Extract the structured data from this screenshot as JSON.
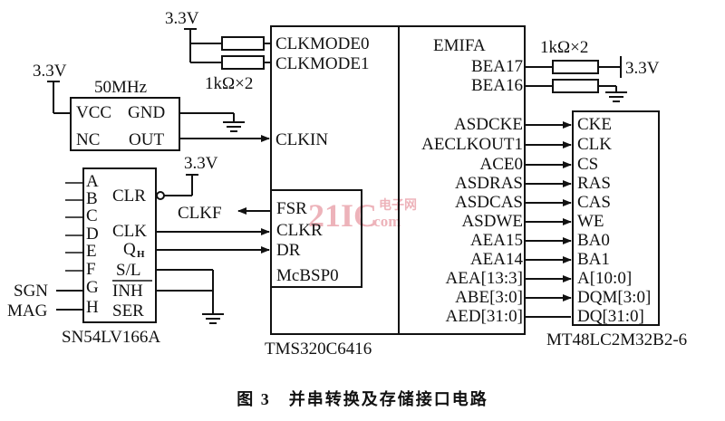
{
  "chips": {
    "dsp": {
      "name": "TMS320C6416"
    },
    "shift_register": {
      "name": "SN54LV166A"
    },
    "sdram": {
      "name": "MT48LC2M32B2-6"
    },
    "oscillator": {
      "freq": "50MHz"
    },
    "mcbsp": {
      "name": "McBSP0"
    },
    "emifa": {
      "name": "EMIFA"
    }
  },
  "oscillator_pins": {
    "vcc": "VCC",
    "gnd": "GND",
    "nc": "NC",
    "out": "OUT"
  },
  "dsp_left_pins": [
    "CLKMODE0",
    "CLKMODE1",
    "CLKIN"
  ],
  "dsp_emif_pins": [
    "BEA17",
    "BEA16",
    "ASDCKE",
    "AECLKOUT1",
    "ACE0",
    "ASDRAS",
    "ASDCAS",
    "ASDWE",
    "AEA15",
    "AEA14",
    "AEA[13:3]",
    "ABE[3:0]",
    "AED[31:0]"
  ],
  "sdram_pins": [
    "CKE",
    "CLK",
    "CS",
    "RAS",
    "CAS",
    "WE",
    "BA0",
    "BA1",
    "A[10:0]",
    "DQM[3:0]",
    "DQ[31:0]"
  ],
  "mcbsp_pins": [
    "FSR",
    "CLKR",
    "DR"
  ],
  "shift_inputs": [
    "A",
    "B",
    "C",
    "D",
    "E",
    "F",
    "G",
    "H"
  ],
  "shift_right_pins": {
    "clr": "CLR",
    "clk": "CLK",
    "qh": "Q",
    "qh_sub": "H",
    "sl": "S/L",
    "inh": "INH",
    "ser": "SER"
  },
  "signals": {
    "clkf": "CLKF",
    "sgn": "SGN",
    "mag": "MAG"
  },
  "supply": {
    "v33": "3.3V"
  },
  "resistors": {
    "label": "1kΩ×2"
  },
  "watermark": {
    "main": "21IC",
    "cn": "电子网",
    "domain": ".com"
  },
  "caption": "图 3　并串转换及存储接口电路"
}
